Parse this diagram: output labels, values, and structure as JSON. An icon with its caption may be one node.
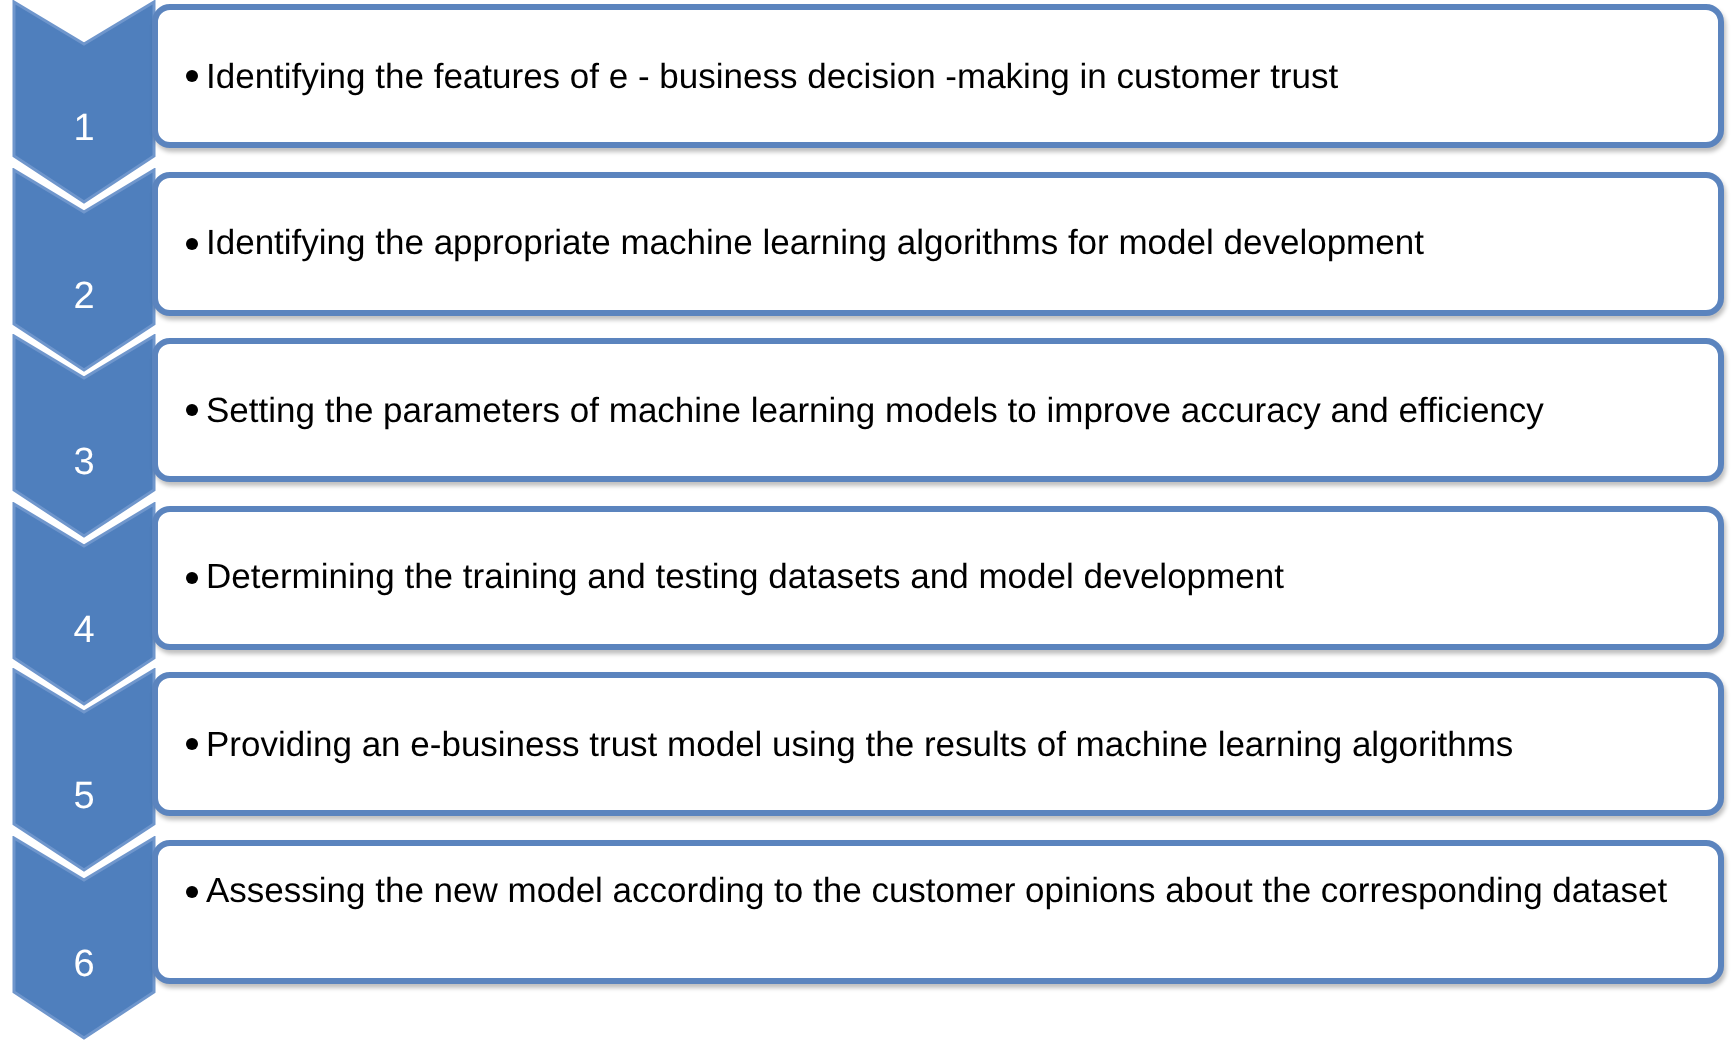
{
  "diagram": {
    "nodes": [
      {
        "text": [
          "1"
        ]
      },
      {
        "text": [
          "Identifying the features of e - business decision -making in customer trust"
        ]
      },
      {
        "text": [
          "2"
        ]
      },
      {
        "text": [
          "Identifying the appropriate machine learning algorithms for model development"
        ]
      },
      {
        "text": [
          "3"
        ]
      },
      {
        "text": [
          "Setting the parameters of machine learning models to improve accuracy and efficiency"
        ]
      },
      {
        "text": [
          "4"
        ]
      },
      {
        "text": [
          "Determining the training and testing datasets and model development"
        ]
      },
      {
        "text": [
          "5"
        ]
      },
      {
        "text": [
          "Providing an e-business trust model using the results of machine learning algorithms"
        ]
      },
      {
        "text": [
          "6"
        ]
      },
      {
        "text": [
          "Assessing the new model according to the customer opinions about the corresponding dataset"
        ]
      }
    ]
  }
}
